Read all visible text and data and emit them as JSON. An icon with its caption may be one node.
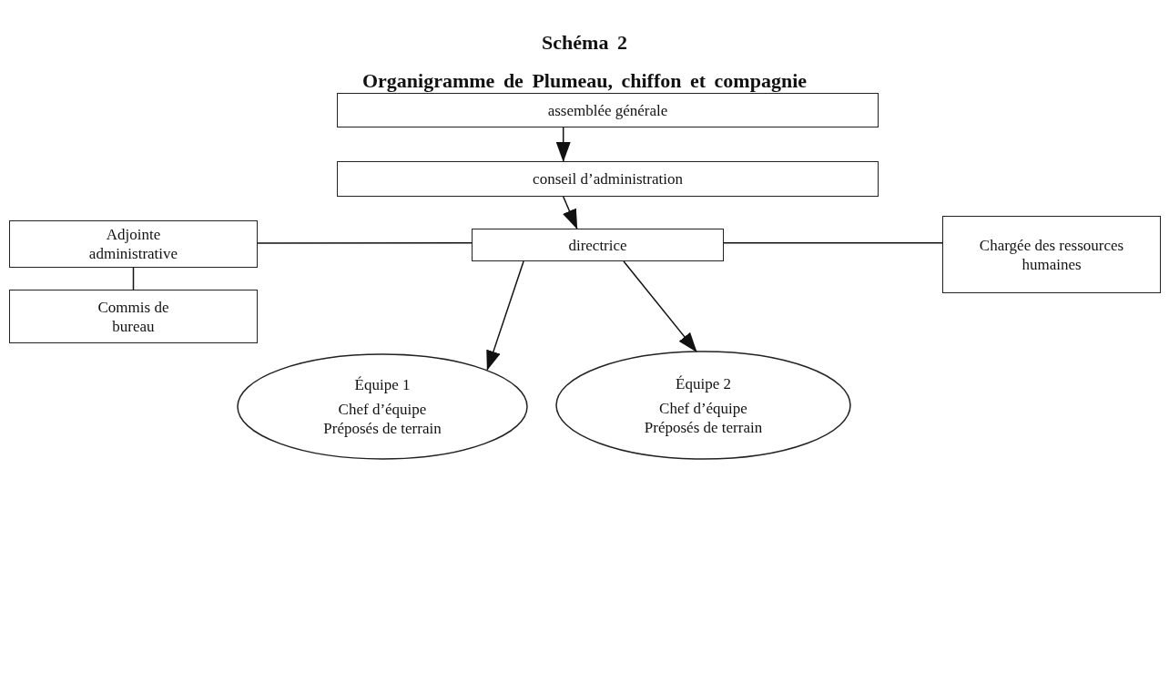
{
  "diagram": {
    "title": "Organigramme de Plumeau, chiffon et compagnie",
    "labels": [
      "Schéma 2"
    ],
    "nodes": [
      {
        "text": [
          "assemblée générale"
        ]
      },
      {
        "text": [
          "conseil d’administration"
        ]
      },
      {
        "text": [
          "directrice"
        ]
      },
      {
        "text": [
          "Adjointe administrative"
        ]
      },
      {
        "text": [
          "Chargée des ressources humaines"
        ]
      },
      {
        "text": [
          "Commis de bureau"
        ]
      },
      {
        "text": [
          "Équipe 1",
          "Chef d’équipe",
          "Préposés de terrain"
        ]
      },
      {
        "text": [
          "Équipe 2",
          "Chef d’équipe",
          "Préposés de terrain"
        ]
      }
    ],
    "edges": [
      {
        "from": 0,
        "to": 1,
        "arrow": "to"
      },
      {
        "from": 1,
        "to": 2,
        "arrow": "to"
      },
      {
        "from": 3,
        "to": 2,
        "arrow": "none"
      },
      {
        "from": 2,
        "to": 4,
        "arrow": "none"
      },
      {
        "from": 3,
        "to": 5,
        "arrow": "none"
      },
      {
        "from": 2,
        "to": 6,
        "arrow": "to"
      },
      {
        "from": 2,
        "to": 7,
        "arrow": "to"
      }
    ]
  }
}
